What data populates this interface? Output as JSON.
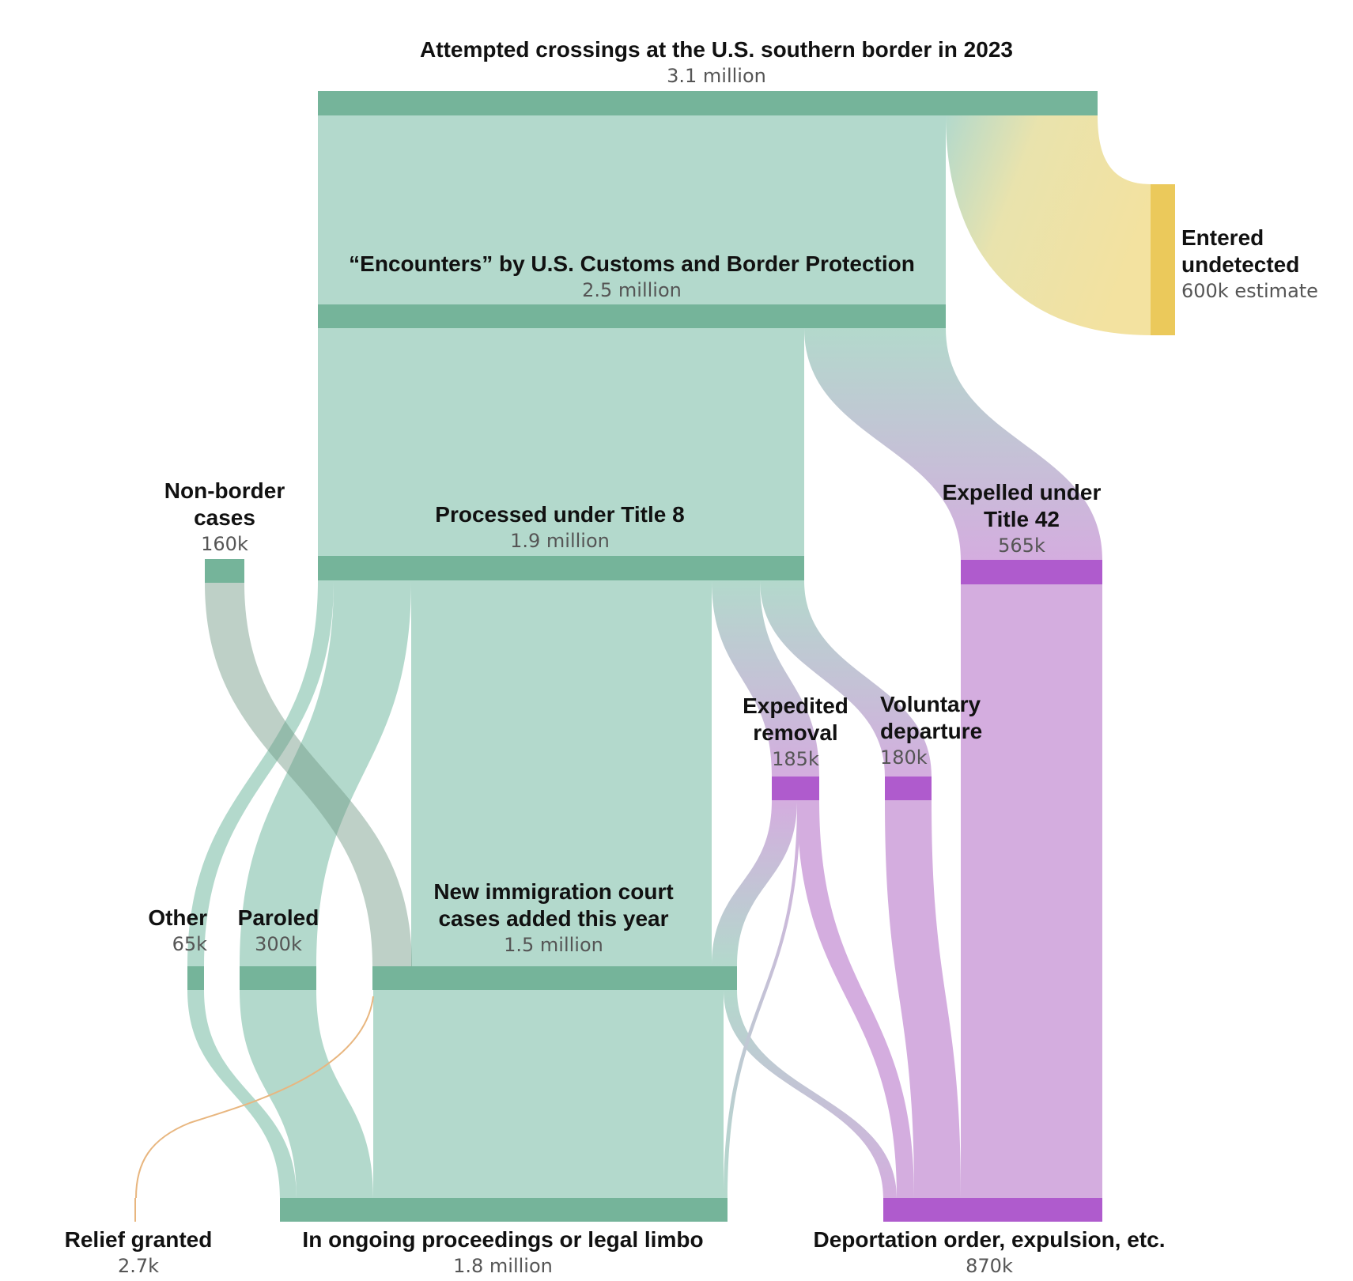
{
  "chart_data": {
    "type": "sankey",
    "title": "Attempted crossings at the U.S. southern border in 2023",
    "value_unit": "people",
    "colors": {
      "processed": "#b3d9cc",
      "processed_bar": "#75b49a",
      "removed": "#d4addf",
      "removed_bar": "#af5bcd",
      "undetected": "#f3e2a0",
      "undetected_bar": "#ebc95b",
      "relief": "#e8b67f"
    },
    "nodes": [
      {
        "id": "attempted",
        "title_lines": [
          "Attempted crossings at the U.S. southern border in 2023"
        ],
        "value_label": "3.1 million",
        "value": 3100000,
        "group": "processed"
      },
      {
        "id": "undetected",
        "title_lines": [
          "Entered",
          "undetected"
        ],
        "value_label": "600k estimate",
        "value": 600000,
        "group": "undetected"
      },
      {
        "id": "encounters",
        "title_lines": [
          "“Encounters” by U.S. Customs and Border Protection"
        ],
        "value_label": "2.5 million",
        "value": 2500000,
        "group": "processed"
      },
      {
        "id": "title8",
        "title_lines": [
          "Processed under Title 8"
        ],
        "value_label": "1.9 million",
        "value": 1900000,
        "group": "processed"
      },
      {
        "id": "title42",
        "title_lines": [
          "Expelled under",
          "Title 42"
        ],
        "value_label": "565k",
        "value": 565000,
        "group": "removed"
      },
      {
        "id": "nonborder",
        "title_lines": [
          "Non-border",
          "cases"
        ],
        "value_label": "160k",
        "value": 160000,
        "group": "processed"
      },
      {
        "id": "expedited",
        "title_lines": [
          "Expedited",
          "removal"
        ],
        "value_label": "185k",
        "value": 185000,
        "group": "removed"
      },
      {
        "id": "voluntary",
        "title_lines": [
          "Voluntary",
          "departure"
        ],
        "value_label": "180k",
        "value": 180000,
        "group": "removed"
      },
      {
        "id": "other",
        "title_lines": [
          "Other"
        ],
        "value_label": "65k",
        "value": 65000,
        "group": "processed"
      },
      {
        "id": "paroled",
        "title_lines": [
          "Paroled"
        ],
        "value_label": "300k",
        "value": 300000,
        "group": "processed"
      },
      {
        "id": "court",
        "title_lines": [
          "New immigration court",
          "cases added this year"
        ],
        "value_label": "1.5 million",
        "value": 1500000,
        "group": "processed"
      },
      {
        "id": "relief",
        "title_lines": [
          "Relief granted"
        ],
        "value_label": "2.7k",
        "value": 2700,
        "group": "relief"
      },
      {
        "id": "ongoing",
        "title_lines": [
          "In ongoing proceedings or legal limbo"
        ],
        "value_label": "1.8 million",
        "value": 1800000,
        "group": "processed"
      },
      {
        "id": "deport",
        "title_lines": [
          "Deportation order, expulsion, etc."
        ],
        "value_label": "870k",
        "value": 870000,
        "group": "removed"
      }
    ],
    "links": [
      {
        "source": "attempted",
        "target": "encounters",
        "value": 2500000
      },
      {
        "source": "attempted",
        "target": "undetected",
        "value": 600000
      },
      {
        "source": "encounters",
        "target": "title8",
        "value": 1900000
      },
      {
        "source": "encounters",
        "target": "title42",
        "value": 565000
      },
      {
        "source": "title8",
        "target": "other",
        "value": 65000
      },
      {
        "source": "title8",
        "target": "paroled",
        "value": 300000
      },
      {
        "source": "title8",
        "target": "court",
        "value": 1340000
      },
      {
        "source": "title8",
        "target": "expedited",
        "value": 185000
      },
      {
        "source": "title8",
        "target": "voluntary",
        "value": 180000
      },
      {
        "source": "nonborder",
        "target": "court",
        "value": 160000
      },
      {
        "source": "expedited",
        "target": "court",
        "value": 20000
      },
      {
        "source": "expedited",
        "target": "deport",
        "value": 165000
      },
      {
        "source": "voluntary",
        "target": "deport",
        "value": 180000
      },
      {
        "source": "title42",
        "target": "deport",
        "value": 565000
      },
      {
        "source": "other",
        "target": "ongoing",
        "value": 65000
      },
      {
        "source": "paroled",
        "target": "ongoing",
        "value": 300000
      },
      {
        "source": "court",
        "target": "ongoing",
        "value": 1435000
      },
      {
        "source": "court",
        "target": "deport",
        "value": 60000
      },
      {
        "source": "court",
        "target": "relief",
        "value": 2700
      }
    ]
  }
}
